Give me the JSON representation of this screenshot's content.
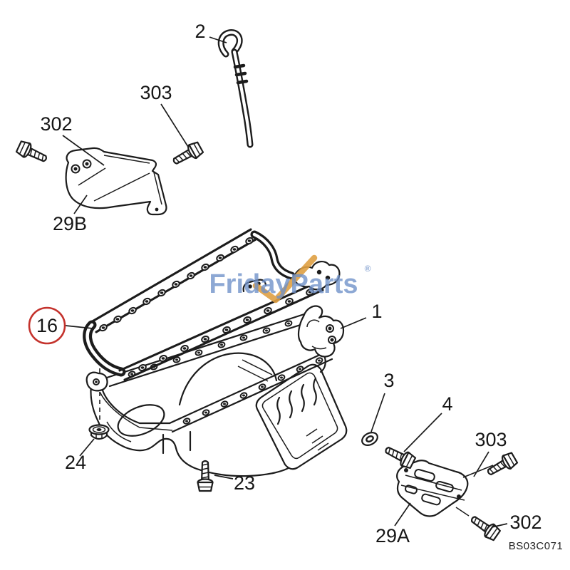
{
  "figure": {
    "code": "BS03C071",
    "watermark": {
      "text": "FridayParts",
      "registered": "®"
    },
    "colors": {
      "line": "#1c1c1c",
      "background": "#ffffff",
      "highlight_circle_red": "#c4322c",
      "watermark_blue": "#6e90c8",
      "watermark_orange": "#dfa042"
    },
    "callouts": {
      "c2": "2",
      "c303_top": "303",
      "c302_top": "302",
      "c29b": "29B",
      "c16": "16",
      "c1": "1",
      "c3": "3",
      "c4": "4",
      "c303_bottom": "303",
      "c302_bottom": "302",
      "c29a": "29A",
      "c24": "24",
      "c23": "23"
    },
    "highlighted_callout": "16"
  }
}
